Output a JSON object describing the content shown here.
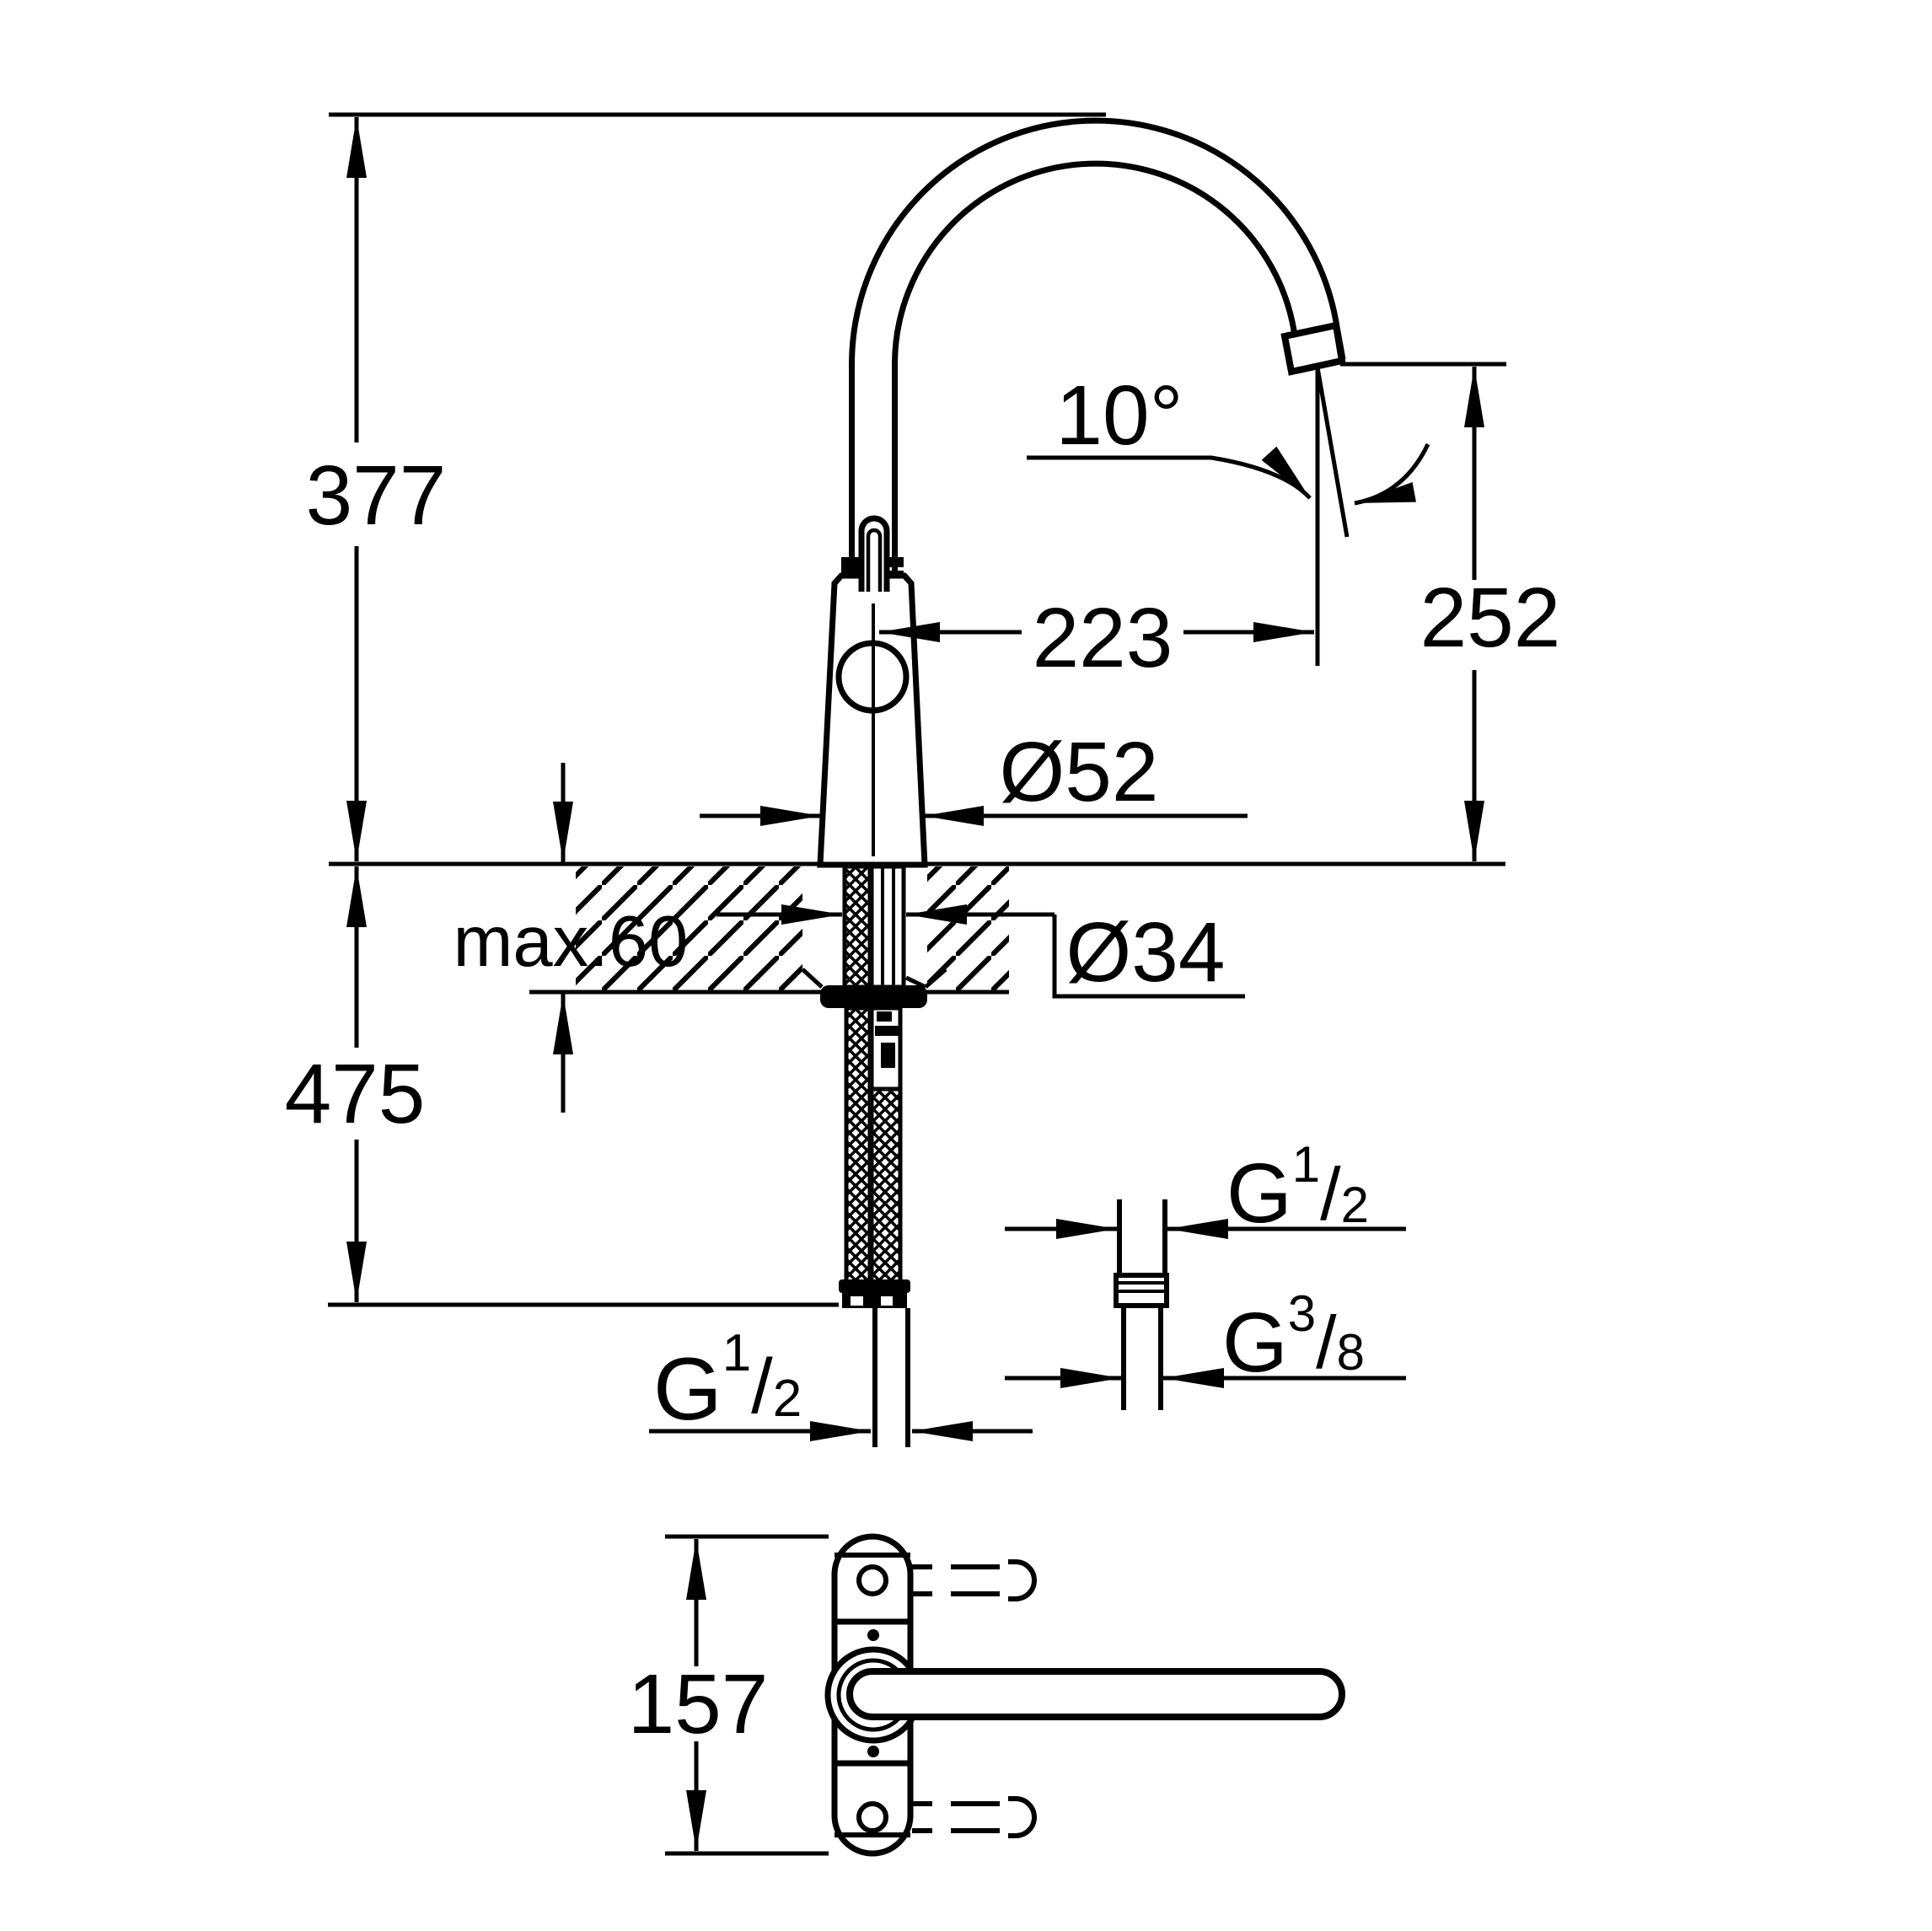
{
  "page": {
    "background": "#ffffff",
    "line_color": "#000000"
  },
  "drawing": {
    "kind": "technical-dimension-drawing",
    "subject": "single-lever kitchen faucet with high C-spout",
    "units": "mm",
    "front_view": {
      "dim_spout_height": "377",
      "dim_outlet_height": "252",
      "dim_spout_reach": "223",
      "dim_body_diameter": "Ø52",
      "dim_hole_diameter": "Ø34",
      "dim_max_deck_thickness": "max.60",
      "dim_below_deck_length": "475",
      "dim_outlet_angle": "10°",
      "thread_inlet": {
        "prefix": "G",
        "numerator": "1",
        "denominator": "2"
      }
    },
    "hose_detail": {
      "thread_upper": {
        "prefix": "G",
        "numerator": "1",
        "denominator": "2"
      },
      "thread_lower": {
        "prefix": "G",
        "numerator": "3",
        "denominator": "8"
      }
    },
    "plan_view": {
      "dim_plate_length": "157"
    }
  }
}
